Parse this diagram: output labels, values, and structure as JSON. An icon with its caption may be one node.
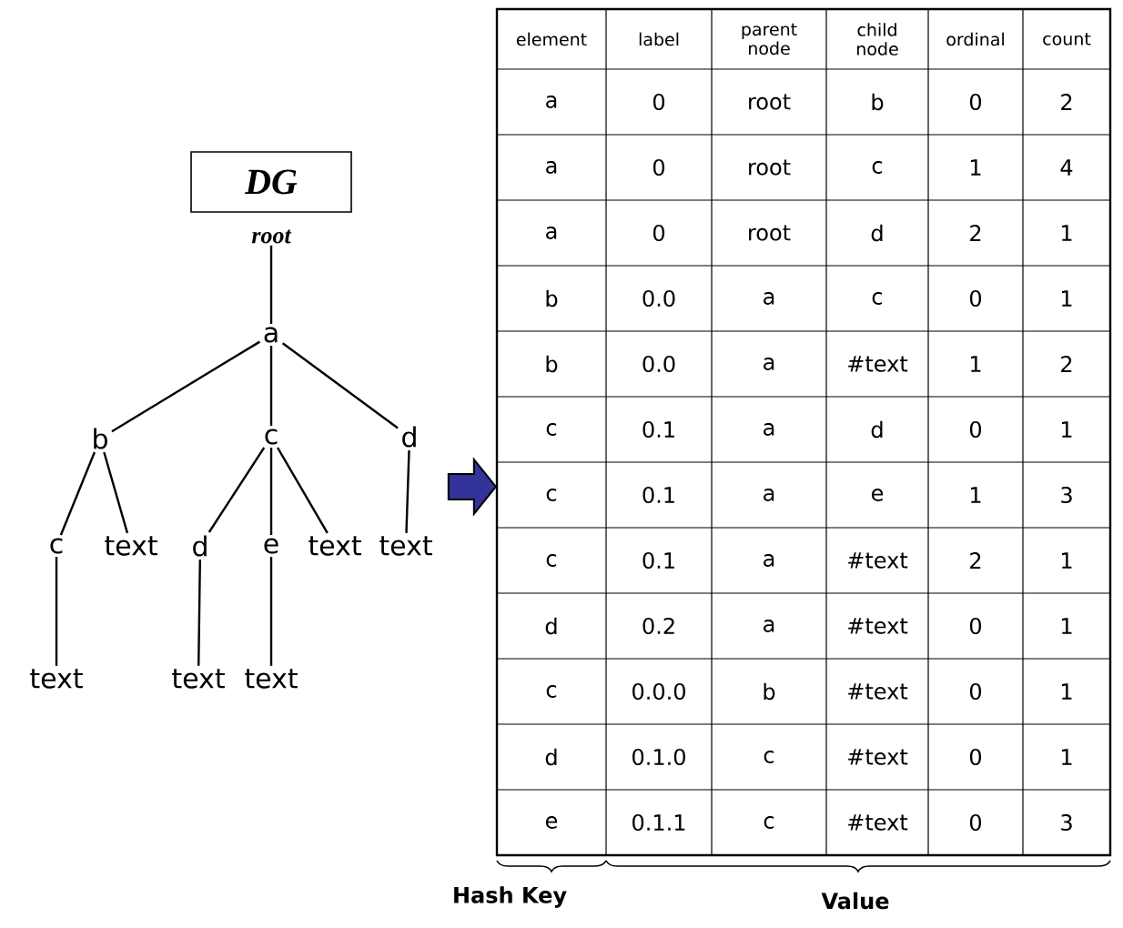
{
  "diagram": {
    "nodes": [
      {
        "text": [
          "DG"
        ]
      },
      {
        "text": [
          "root"
        ]
      },
      {
        "text": [
          "a"
        ]
      },
      {
        "text": [
          "b"
        ]
      },
      {
        "text": [
          "c"
        ]
      },
      {
        "text": [
          "d"
        ]
      },
      {
        "text": [
          "c"
        ]
      },
      {
        "text": [
          "text"
        ]
      },
      {
        "text": [
          "d"
        ]
      },
      {
        "text": [
          "e"
        ]
      },
      {
        "text": [
          "text"
        ]
      },
      {
        "text": [
          "text"
        ]
      },
      {
        "text": [
          "text"
        ]
      },
      {
        "text": [
          "text"
        ]
      },
      {
        "text": [
          "text"
        ]
      },
      {
        "text": [],
        "shape": "box"
      }
    ],
    "edges": [
      {
        "from": 1,
        "to": 2,
        "arrow": "none"
      },
      {
        "from": 2,
        "to": 3,
        "arrow": "none"
      },
      {
        "from": 2,
        "to": 4,
        "arrow": "none"
      },
      {
        "from": 2,
        "to": 5,
        "arrow": "none"
      },
      {
        "from": 3,
        "to": 6,
        "arrow": "none"
      },
      {
        "from": 3,
        "to": 7,
        "arrow": "none"
      },
      {
        "from": 4,
        "to": 8,
        "arrow": "none"
      },
      {
        "from": 4,
        "to": 9,
        "arrow": "none"
      },
      {
        "from": 4,
        "to": 10,
        "arrow": "none"
      },
      {
        "from": 5,
        "to": 11,
        "arrow": "none"
      },
      {
        "from": 6,
        "to": 12,
        "arrow": "none"
      },
      {
        "from": 8,
        "to": 13,
        "arrow": "none"
      },
      {
        "from": 9,
        "to": 14,
        "arrow": "none"
      },
      {
        "from": null,
        "to": 15,
        "arrow": "to",
        "style": "thick",
        "color": "#333399"
      }
    ],
    "labels": [
      "element",
      "label",
      "parent node",
      "child node",
      "ordinal",
      "count",
      "a",
      "0",
      "root",
      "b",
      "0",
      "2",
      "a",
      "0",
      "root",
      "c",
      "1",
      "4",
      "a",
      "0",
      "root",
      "d",
      "2",
      "1",
      "b",
      "0.0",
      "a",
      "c",
      "0",
      "1",
      "b",
      "0.0",
      "a",
      "#text",
      "1",
      "2",
      "c",
      "0.1",
      "a",
      "d",
      "0",
      "1",
      "c",
      "0.1",
      "a",
      "e",
      "1",
      "3",
      "c",
      "0.1",
      "a",
      "#text",
      "2",
      "1",
      "d",
      "0.2",
      "a",
      "#text",
      "0",
      "1",
      "c",
      "0.0.0",
      "b",
      "#text",
      "0",
      "1",
      "d",
      "0.1.0",
      "c",
      "#text",
      "0",
      "1",
      "e",
      "0.1.1",
      "c",
      "#text",
      "0",
      "3",
      "Hash Key",
      "Value"
    ]
  }
}
